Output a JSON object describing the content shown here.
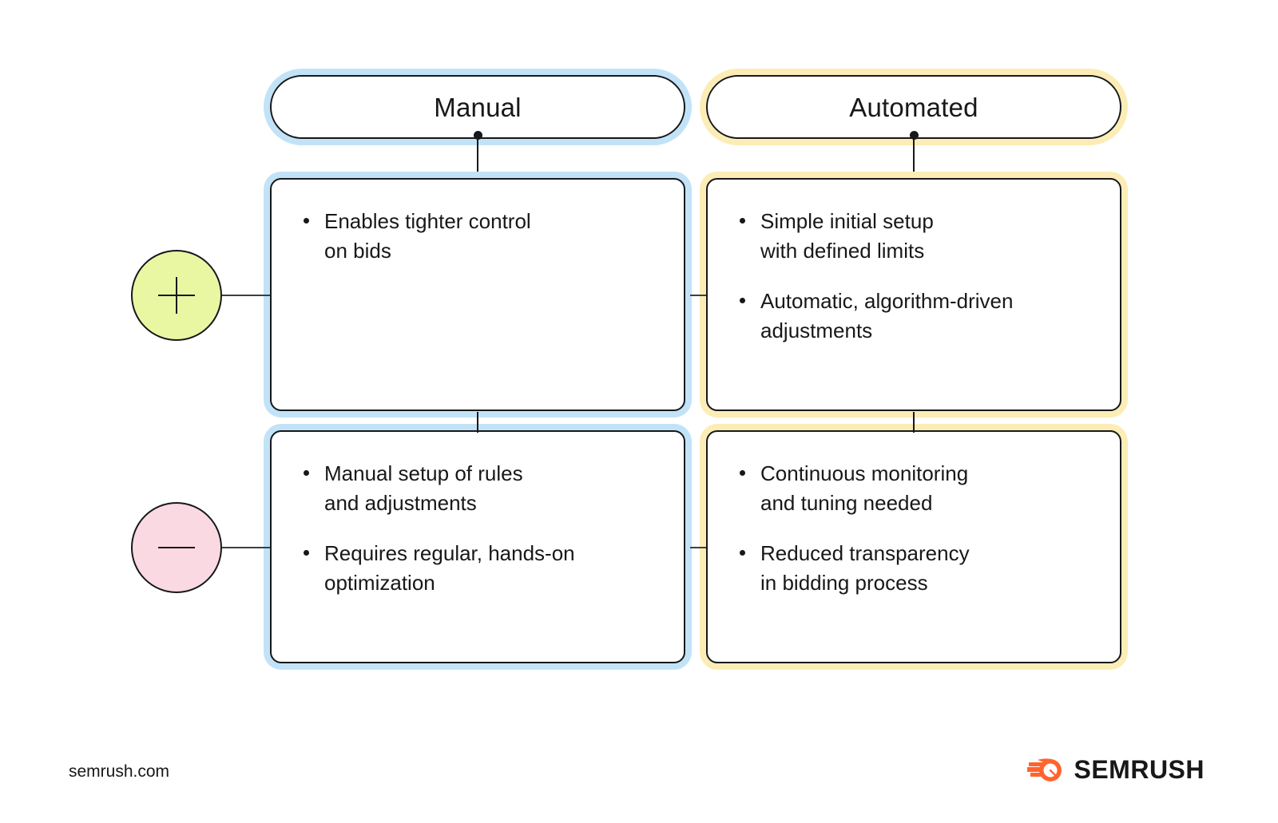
{
  "columns": [
    {
      "id": "manual",
      "header": "Manual",
      "accent": "#c2e3f7",
      "pros": [
        "Enables tighter control\non bids"
      ],
      "cons": [
        "Manual setup of rules\nand adjustments",
        "Requires regular, hands-on\noptimization"
      ]
    },
    {
      "id": "automated",
      "header": "Automated",
      "accent": "#fcedb6",
      "pros": [
        "Simple initial setup\nwith defined limits",
        "Automatic, algorithm-driven\nadjustments"
      ],
      "cons": [
        "Continuous monitoring\nand tuning needed",
        "Reduced transparency\nin bidding process"
      ]
    }
  ],
  "markers": {
    "pros": {
      "icon": "plus-icon",
      "symbol": "+",
      "color": "#e9f7a3"
    },
    "cons": {
      "icon": "minus-icon",
      "symbol": "−",
      "color": "#fbd9e3"
    }
  },
  "footer": {
    "url": "semrush.com",
    "brand_name": "SEMRUSH",
    "brand_color": "#ff642d"
  }
}
